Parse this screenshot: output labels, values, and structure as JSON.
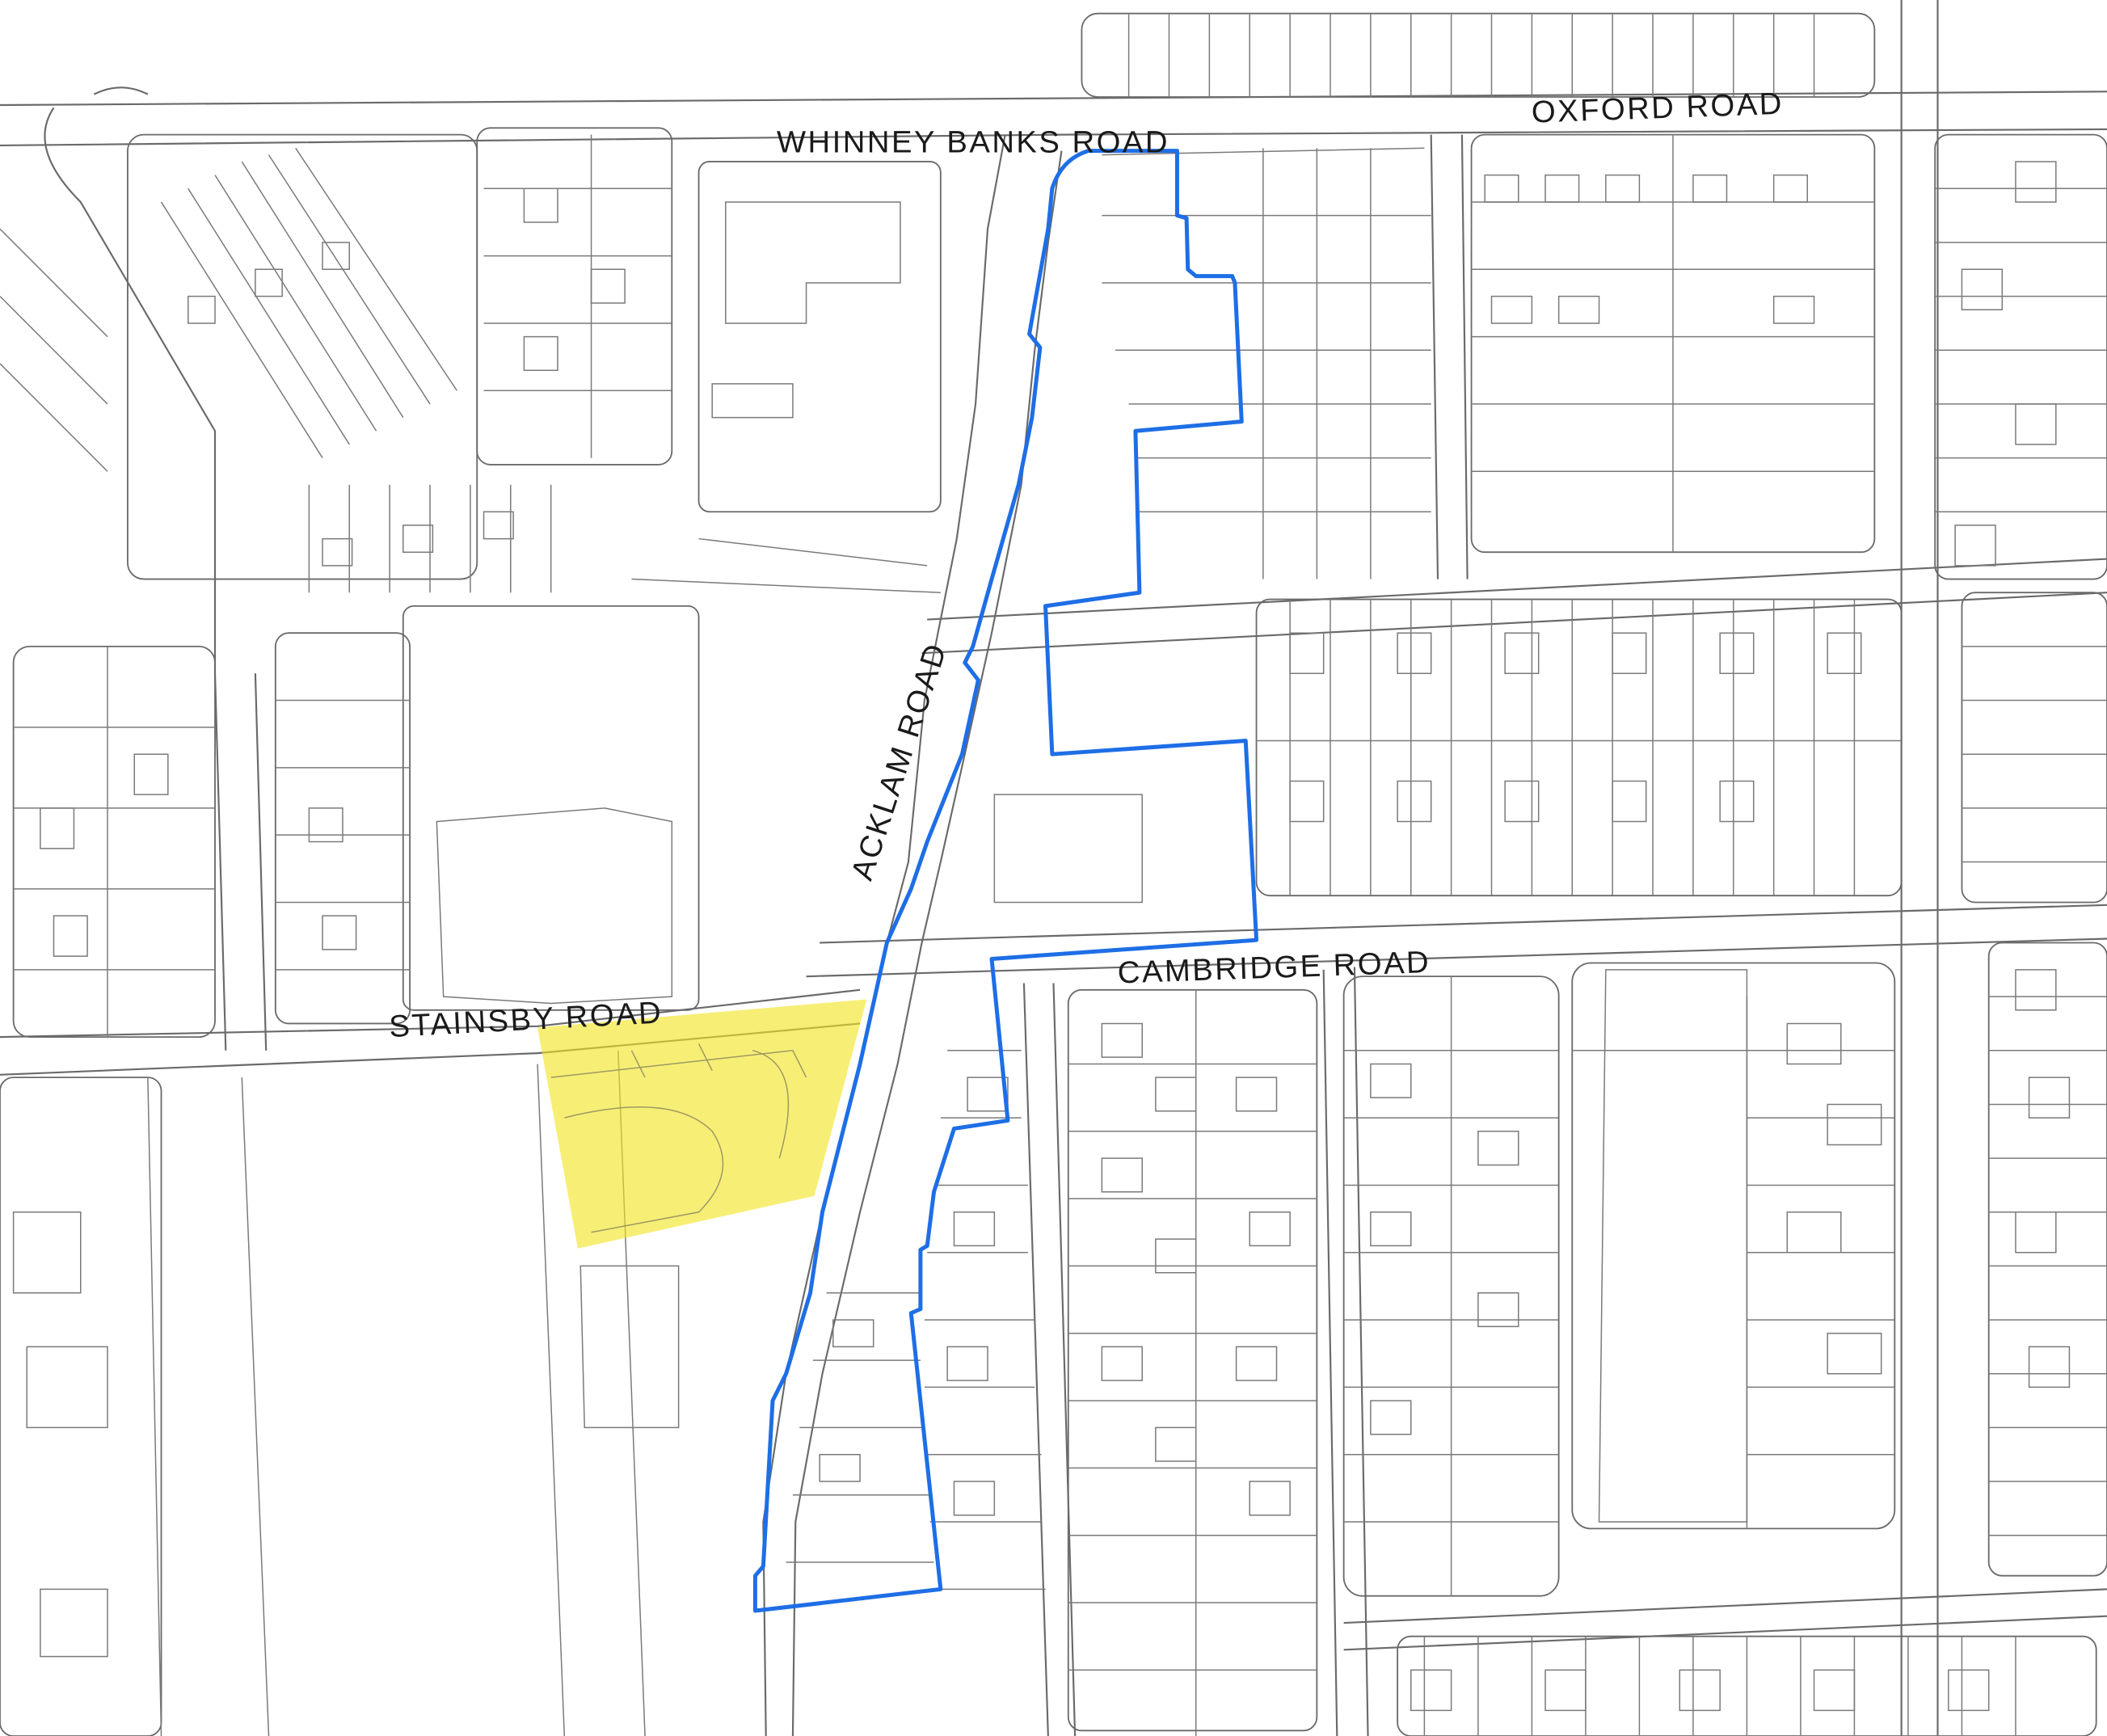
{
  "map": {
    "road_labels": {
      "whinney_banks": "WHINNEY BANKS ROAD",
      "oxford": "OXFORD ROAD",
      "acklam": "ACKLAM ROAD",
      "stainsby": "STAINSBY ROAD",
      "cambridge": "CAMBRIDGE ROAD"
    },
    "colors": {
      "background": "#ffffff",
      "linework": "#5f5f5f",
      "boundary": "#1e6ee6",
      "highlight": "#f2e422"
    },
    "features": [
      "site boundary outline",
      "highlighted area"
    ]
  }
}
